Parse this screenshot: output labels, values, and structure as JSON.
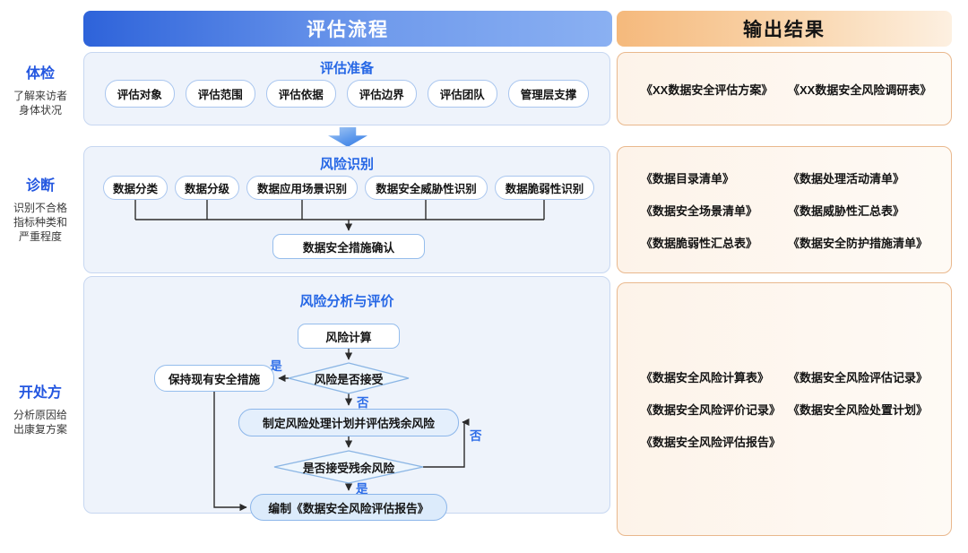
{
  "header": {
    "process_title": "评估流程",
    "output_title": "输出结果"
  },
  "sidebar": {
    "phases": [
      {
        "title": "体检",
        "desc": [
          "了解来访者",
          "身体状况"
        ]
      },
      {
        "title": "诊断",
        "desc": [
          "识别不合格",
          "指标种类和",
          "严重程度"
        ]
      },
      {
        "title": "开处方",
        "desc": [
          "分析原因给",
          "出康复方案"
        ]
      }
    ]
  },
  "process": {
    "prepare": {
      "title": "评估准备",
      "pills": [
        "评估对象",
        "评估范围",
        "评估依据",
        "评估边界",
        "评估团队",
        "管理层支撑"
      ]
    },
    "identify": {
      "title": "风险识别",
      "pills": [
        "数据分类",
        "数据分级",
        "数据应用场景识别",
        "数据安全威胁性识别",
        "数据脆弱性识别"
      ],
      "confirm": "数据安全措施确认"
    },
    "analyze": {
      "title": "风险分析与评价",
      "calc": "风险计算",
      "keep": "保持现有安全措施",
      "decision1": "风险是否接受",
      "plan": "制定风险处理计划并评估残余风险",
      "decision2": "是否接受残余风险",
      "report": "编制《数据安全风险评估报告》",
      "yes1": "是",
      "no1": "否",
      "no2": "否",
      "yes2": "是"
    }
  },
  "outputs": {
    "stage1": [
      "《XX数据安全评估方案》",
      "《XX数据安全风险调研表》"
    ],
    "stage2": [
      "《数据目录清单》",
      "《数据处理活动清单》",
      "《数据安全场景清单》",
      "《数据威胁性汇总表》",
      "《数据脆弱性汇总表》",
      "《数据安全防护措施清单》"
    ],
    "stage3": [
      "《数据安全风险计算表》",
      "《数据安全风险评估记录》",
      "《数据安全风险评价记录》",
      "《数据安全风险处置计划》",
      "《数据安全风险评估报告》"
    ]
  },
  "colors": {
    "process_banner_start": "#2e63da",
    "process_banner_end": "#8ab0f2",
    "output_banner_start": "#f5b97c",
    "output_banner_end": "#fdf0e1",
    "section_bg": "#eef3fb",
    "section_border": "#c7d7f1",
    "accent_blue": "#2667e5",
    "pill_border": "#a9c6ef",
    "orange_border": "#e9b88d",
    "flow_fill": "#e4effc",
    "flow_border": "#8cb6ea",
    "connector": "#2b2b2b"
  }
}
